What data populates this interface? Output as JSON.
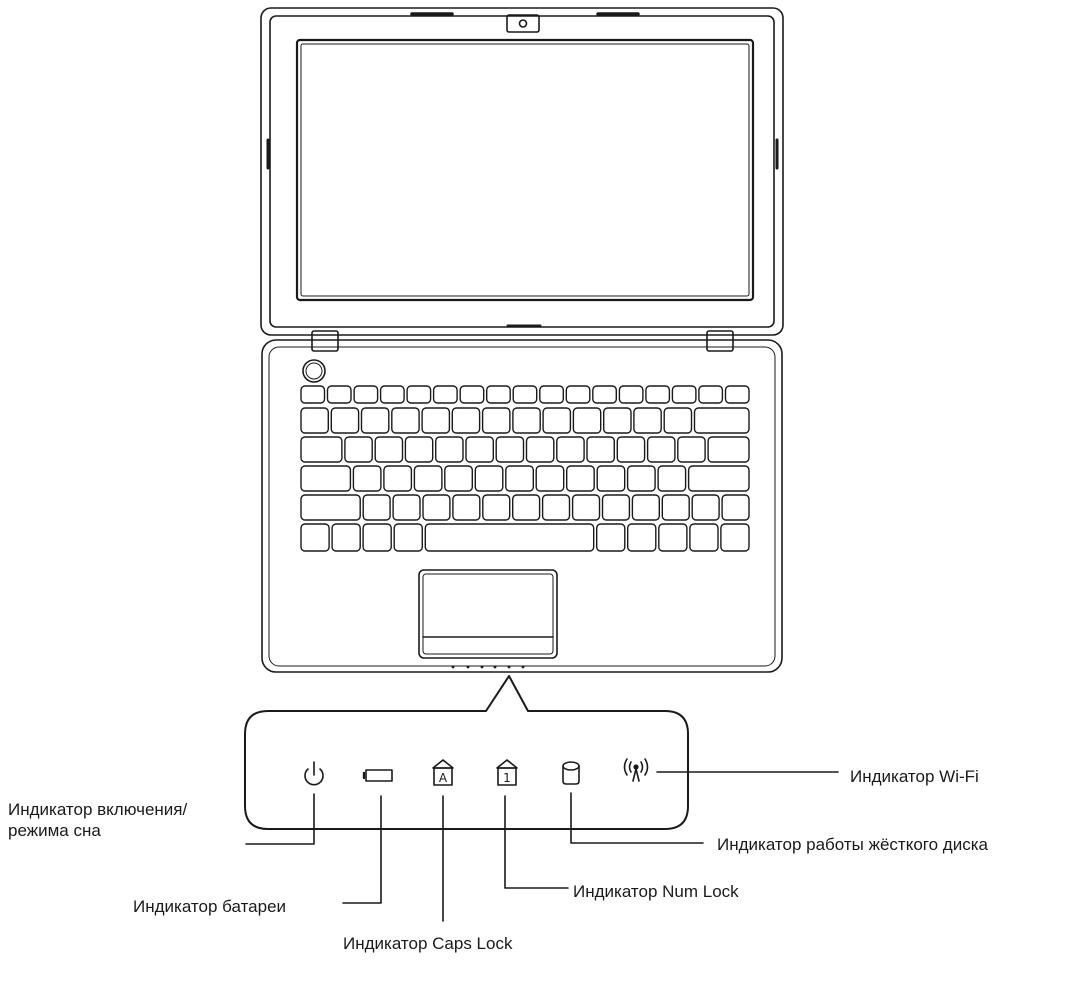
{
  "labels": {
    "power_line1": "Индикатор включения/",
    "power_line2": "режима сна",
    "battery": "Индикатор батареи",
    "caps_lock": "Индикатор Caps Lock",
    "num_lock": "Индикатор Num Lock",
    "hdd": "Индикатор работы жёсткого диска",
    "wifi": "Индикатор Wi-Fi"
  },
  "icons": [
    "power-icon",
    "battery-icon",
    "caps-lock-icon",
    "num-lock-icon",
    "hdd-icon",
    "wifi-icon"
  ],
  "colors": {
    "line": "#1a1a1a",
    "background": "#ffffff"
  }
}
